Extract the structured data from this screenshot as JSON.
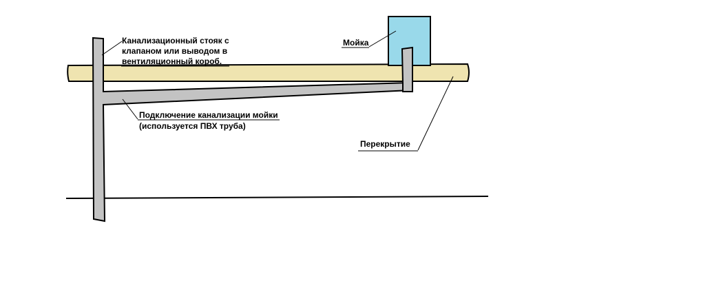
{
  "labels": {
    "riser": [
      "Канализационный стояк с",
      "клапаном или выводом в",
      "вентиляционный короб."
    ],
    "sink": "Мойка",
    "connection": [
      "Подключение канализации мойки",
      "(используется ПВХ труба)"
    ],
    "slab": "Перекрытие"
  },
  "colors": {
    "slab_fill": "#efe4b0",
    "pipe_fill": "#c3c3c3",
    "sink_fill": "#99d9ea",
    "line": "#000000"
  }
}
